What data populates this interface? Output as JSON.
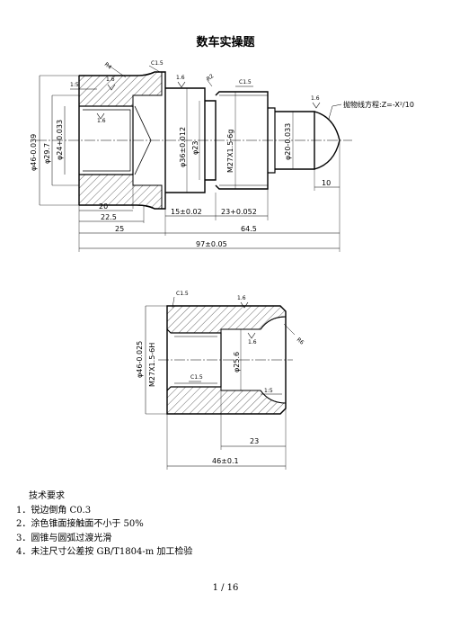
{
  "title": "数车实操题",
  "drawing1": {
    "dims": {
      "d46": "φ46-0.039",
      "d29_7": "φ29.7",
      "d24": "φ24+0.033",
      "d36": "φ36±0.012",
      "d23": "φ23",
      "m27": "M27X1.5-6g",
      "d20": "φ20-0.033",
      "l20": "20",
      "l22_5": "22.5",
      "l25": "25",
      "l15": "15±0.02",
      "l23": "23+0.052",
      "l64_5": "64.5",
      "l97": "97±0.05",
      "l10": "10",
      "r4": "R4",
      "r2": "R2",
      "c15": "C1.5",
      "c15b": "C1.5",
      "ra16a": "1.6",
      "ra16b": "1.6",
      "ra16c": "1.6",
      "ra16d": "1.6",
      "ra16e": "1.6",
      "taper": "1:5"
    },
    "parabola_note": "抛物线方程:Z=-X²/10"
  },
  "drawing2": {
    "dims": {
      "c15": "C1.5",
      "ra16a": "1.6",
      "ra16b": "1.6",
      "d46": "φ46-0.025",
      "m27": "M27X1.5-6H",
      "d25_6": "φ25.6",
      "r6": "R6",
      "l23": "23",
      "l46": "46±0.1",
      "taper": "1:5",
      "thread_mark": "C1.5"
    }
  },
  "requirements": {
    "heading": "技术要求",
    "items": [
      "1．锐边倒角 C0.3",
      "2．涂色锥面接触面不小于 50%",
      "3．圆锥与圆弧过渡光滑",
      "4．未注尺寸公差按 GB/T1804-m 加工检验"
    ]
  },
  "footer": "1 / 16"
}
